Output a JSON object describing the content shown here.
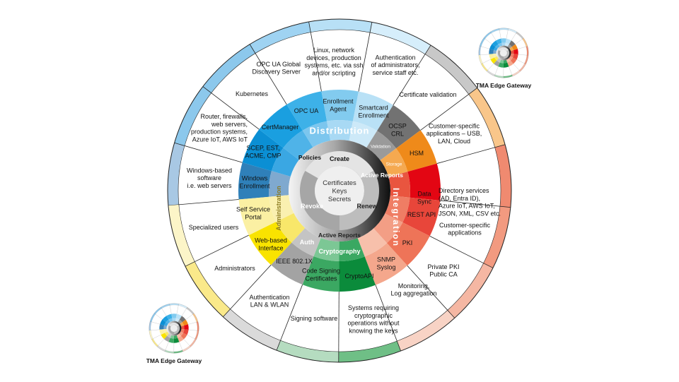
{
  "center": {
    "lines": [
      "Certificates",
      "Keys",
      "Secrets"
    ]
  },
  "lifecycle": [
    {
      "label": "Create",
      "color": "#e4e4e4",
      "text_color": "#111111"
    },
    {
      "label": "Renew",
      "color": "#bdbdbd",
      "text_color": "#222222"
    },
    {
      "label": "Revoke",
      "color": "#a6a6a6",
      "text_color": "#ffffff"
    }
  ],
  "inner_ring_labels": [
    {
      "label": "Policies",
      "text_color": "#111111"
    },
    {
      "label": "Active Reports",
      "text_color": "#ffffff"
    },
    {
      "label": "Active Reports",
      "text_color": "#222222"
    }
  ],
  "sectors": [
    {
      "box": [
        "Windows",
        "Enrollment"
      ],
      "desc": [
        "Windows-based",
        "software",
        "i.e. web servers"
      ],
      "box_color": "#2f80b9",
      "band_color": "#7fa9cf",
      "outer_color": "#a8c8e4"
    },
    {
      "box": [
        "SCEP, EST,",
        "ACME, CMP"
      ],
      "desc": [
        "Router, firewalls,",
        "web servers,",
        "production systems,",
        "Azure IoT, AWS IoT"
      ],
      "box_color": "#0b8fd4",
      "band_color": "#3aa7e3",
      "outer_color": "#8cc8ec"
    },
    {
      "box": [
        "CertManager"
      ],
      "desc": [
        "Kubernetes"
      ],
      "box_color": "#1a9fe0",
      "band_color": "#4fb3e8",
      "outer_color": "#8cc8ec"
    },
    {
      "box": [
        "OPC UA"
      ],
      "desc": [
        "OPC UA Global",
        "Discovery Server"
      ],
      "box_color": "#3db1e8",
      "band_color": "#7cc6ee",
      "outer_color": "#9fd3f2"
    },
    {
      "box": [
        "Enrollment",
        "Agent"
      ],
      "desc": [
        "Linux, network",
        "devices, production",
        "systems, etc. via ssh",
        "and/or scripting"
      ],
      "box_color": "#82cbef",
      "band_color": "#a8d9f4",
      "outer_color": "#b8e0f6"
    },
    {
      "box": [
        "Smartcard",
        "Enrollment"
      ],
      "desc": [
        "Authentication",
        "of administrators,",
        "service staff etc."
      ],
      "box_color": "#b9e1f6",
      "band_color": "#cde9f8",
      "outer_color": "#d6eefb"
    },
    {
      "box": [
        "OCSP",
        "CRL"
      ],
      "desc": [
        "Certificate validation"
      ],
      "box_color": "#727272",
      "band_color": "#9a9a9a",
      "outer_color": "#c8c8c8"
    },
    {
      "box": [
        "HSM"
      ],
      "desc": [
        "Customer-specific",
        "applications – USB,",
        "LAN, Cloud"
      ],
      "box_color": "#ef8a1a",
      "band_color": "#f5a950",
      "outer_color": "#f9c68a"
    },
    {
      "box": [
        "Data",
        "Sync"
      ],
      "desc": [
        "Directory services",
        "(AD, Entra ID),",
        "Azure IoT, AWS IoT,",
        "JSON, XML, CSV etc."
      ],
      "box_color": "#e30613",
      "band_color": "#e9553f",
      "outer_color": "#f08a70"
    },
    {
      "box": [
        "REST API"
      ],
      "desc": [
        "Customer-specific",
        "applications"
      ],
      "box_color": "#e8463a",
      "band_color": "#ef7d64",
      "outer_color": "#f29a80"
    },
    {
      "box": [
        "PKI"
      ],
      "desc": [
        "Private PKI",
        "Public CA"
      ],
      "box_color": "#ee7458",
      "band_color": "#f39e85",
      "outer_color": "#f5b7a3"
    },
    {
      "box": [
        "SNMP",
        "Syslog"
      ],
      "desc": [
        "Monitoring,",
        "Log aggregation"
      ],
      "box_color": "#f4a78c",
      "band_color": "#f7c0ab",
      "outer_color": "#f8d3c5"
    },
    {
      "box": [
        "CryptoAPI"
      ],
      "desc": [
        "Systems requiring",
        "cryptographic",
        "operations without",
        "knowing the keys"
      ],
      "box_color": "#0b8b3b",
      "band_color": "#3aa862",
      "outer_color": "#6fbf86"
    },
    {
      "box": [
        "Code Signing",
        "Certificates"
      ],
      "desc": [
        "Signing software"
      ],
      "box_color": "#3ba862",
      "band_color": "#7cc795",
      "outer_color": "#b5dcc0"
    },
    {
      "box": [
        "IEEE 802.1X"
      ],
      "desc": [
        "Authentication",
        "LAN & WLAN"
      ],
      "box_color": "#a3a3a3",
      "band_color": "#c4c4c4",
      "outer_color": "#dadada"
    },
    {
      "box": [
        "Web-based",
        "Interface"
      ],
      "desc": [
        "Administrators"
      ],
      "box_color": "#f9e300",
      "band_color": "#f8e76a",
      "outer_color": "#fae98a"
    },
    {
      "box": [
        "Self Service",
        "Portal"
      ],
      "desc": [
        "Specialized users"
      ],
      "box_color": "#fbf0a3",
      "band_color": "#faf0b0",
      "outer_color": "#fcf5c8"
    }
  ],
  "band_labels": [
    {
      "label": "Distribution",
      "from_sector": 0,
      "to_sector": 5,
      "text_color": "#ffffff",
      "size": "large"
    },
    {
      "label": "Validation",
      "from_sector": 6,
      "to_sector": 6,
      "text_color": "#ffffff",
      "size": "small"
    },
    {
      "label": "Storage",
      "from_sector": 7,
      "to_sector": 7,
      "text_color": "#ffffff",
      "size": "small"
    },
    {
      "label": "Integration",
      "from_sector": 8,
      "to_sector": 11,
      "text_color": "#ffffff",
      "size": "large"
    },
    {
      "label": "Cryptography",
      "from_sector": 12,
      "to_sector": 13,
      "text_color": "#ffffff",
      "size": "medium"
    },
    {
      "label": "Auth",
      "from_sector": 14,
      "to_sector": 14,
      "text_color": "#ffffff",
      "size": "medium"
    },
    {
      "label": "Administration",
      "from_sector": 15,
      "to_sector": 16,
      "text_color": "#8a7a20",
      "size": "medium"
    }
  ],
  "thumbnails": [
    {
      "label": "TMA Edge Gateway"
    },
    {
      "label": "TMA Edge Gateway"
    }
  ]
}
